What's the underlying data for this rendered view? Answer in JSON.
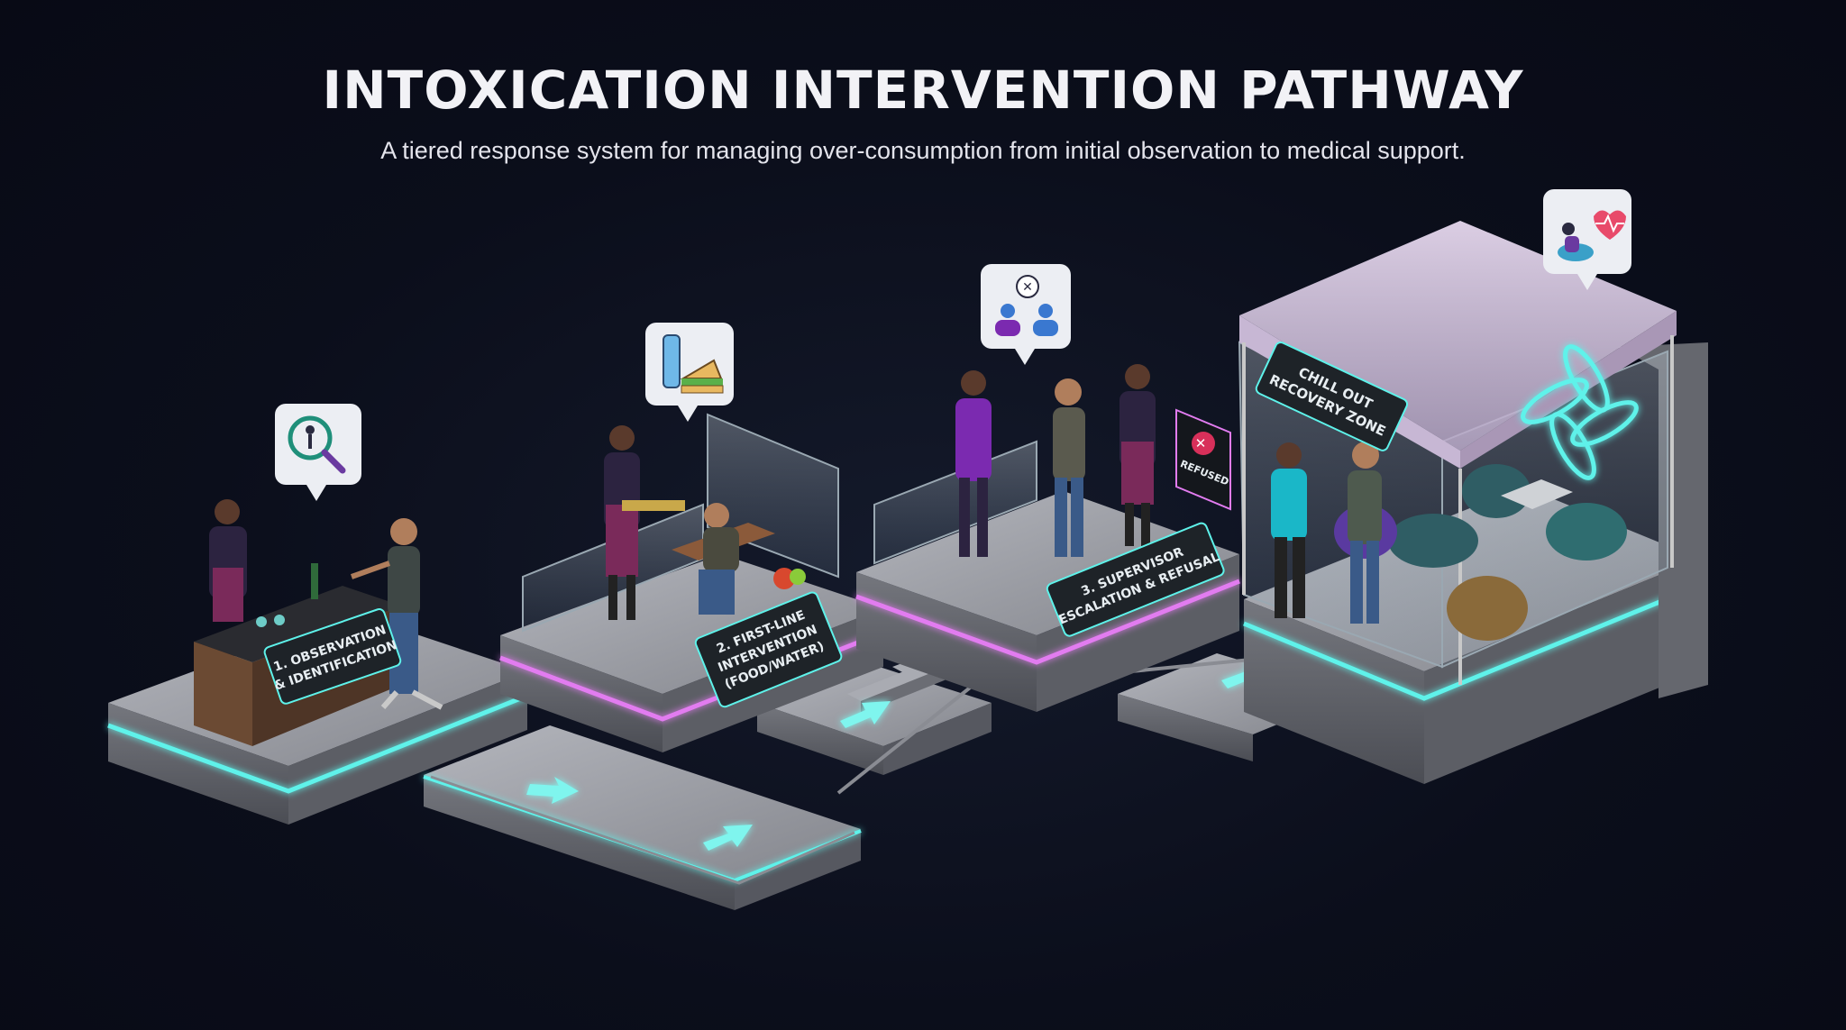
{
  "header": {
    "title": "INTOXICATION INTERVENTION PATHWAY",
    "subtitle": "A tiered response system for managing over-consumption from initial observation to medical support."
  },
  "stages": [
    {
      "label_lines": [
        "1. OBSERVATION",
        "& IDENTIFICATION"
      ],
      "icon": "magnifier-person-icon"
    },
    {
      "label_lines": [
        "2. FIRST-LINE",
        "INTERVENTION",
        "(FOOD/WATER)"
      ],
      "icon": "water-sandwich-icon"
    },
    {
      "label_lines": [
        "3. SUPERVISOR",
        "ESCALATION & REFUSAL"
      ],
      "icon": "conversation-refusal-icon"
    },
    {
      "label_lines": [
        "CHILL OUT",
        "RECOVERY ZONE"
      ],
      "icon": "recovery-heart-icon"
    }
  ],
  "refused_sign": "REFUSED",
  "colors": {
    "background": "#0b0e1b",
    "neon_cyan": "#5ef2ea",
    "neon_magenta": "#e27cf0",
    "platform_top": "#9a9ca3",
    "platform_side": "#6a6c73",
    "sign_bg": "#1e2328"
  }
}
